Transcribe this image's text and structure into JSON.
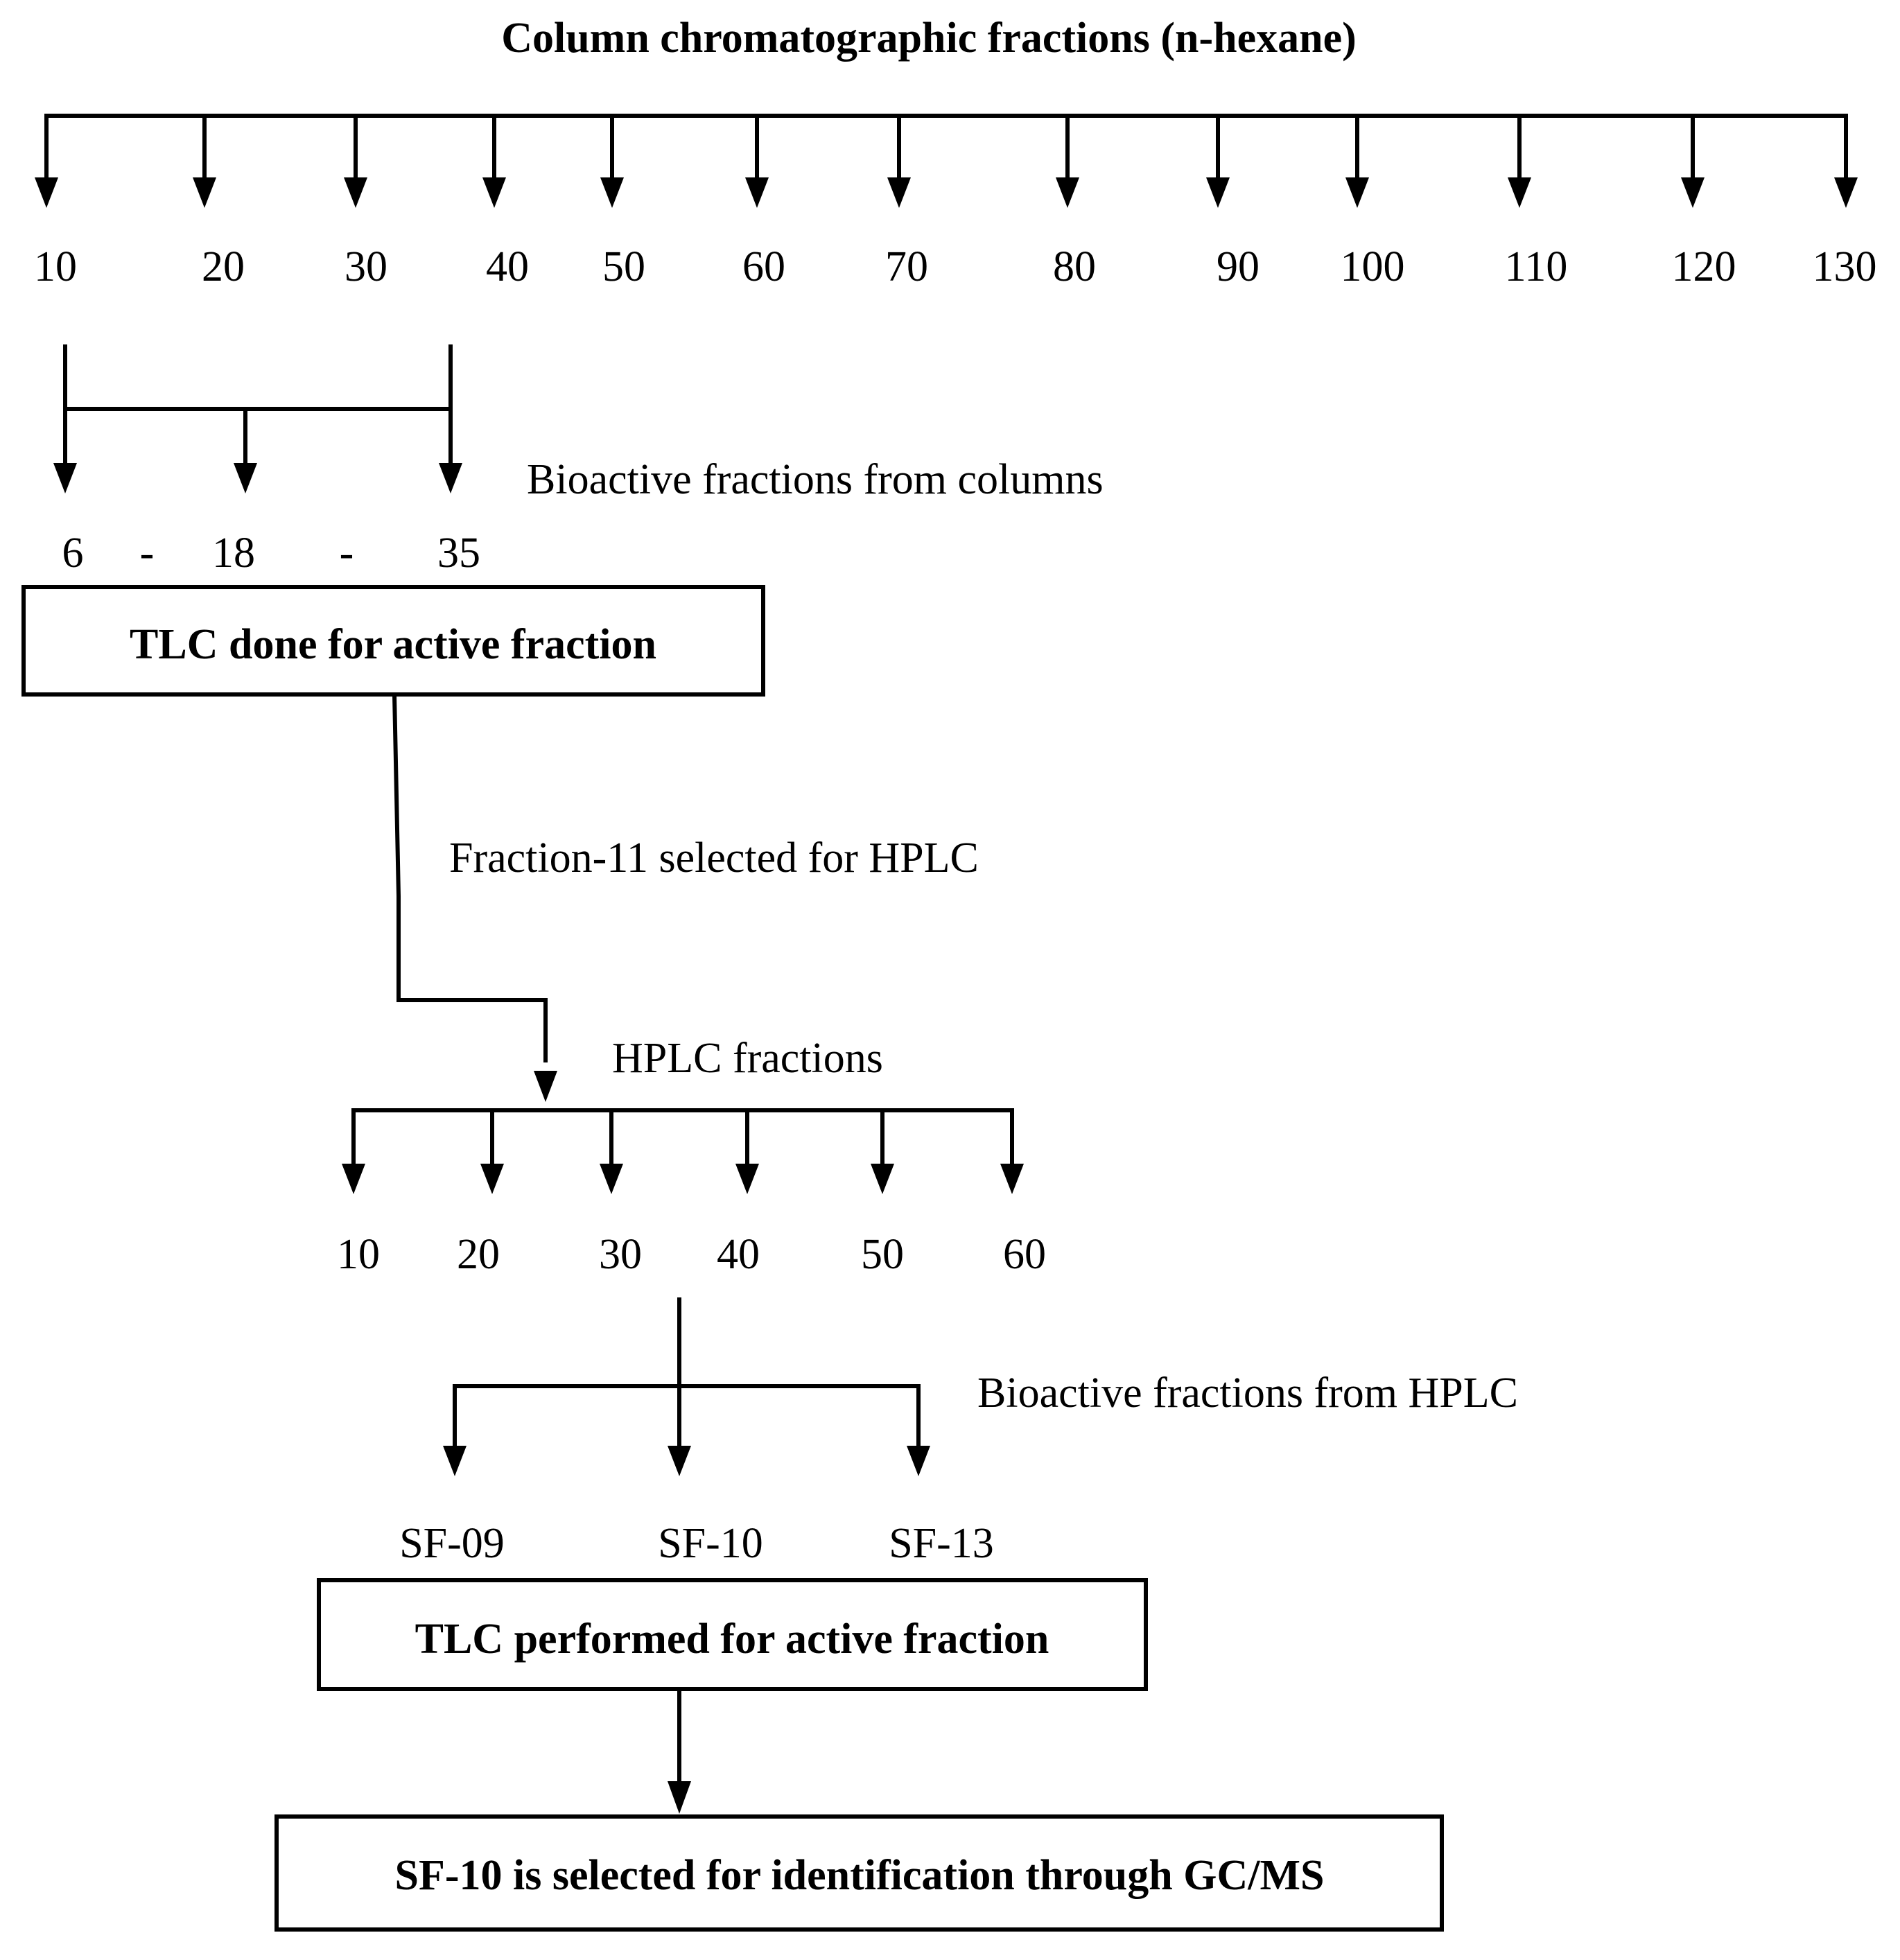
{
  "title": "Column chromatographic fractions (n-hexane)",
  "column_fractions": [
    "10",
    "20",
    "30",
    "40",
    "50",
    "60",
    "70",
    "80",
    "90",
    "100",
    "110",
    "120",
    "130"
  ],
  "bioactive_column": {
    "label": "Bioactive fractions from columns",
    "values": [
      "6",
      "18",
      "35"
    ],
    "separator": "-"
  },
  "box1": "TLC done for active fraction",
  "selection_label": "Fraction-11 selected for HPLC",
  "hplc": {
    "label": "HPLC fractions",
    "fractions": [
      "10",
      "20",
      "30",
      "40",
      "50",
      "60"
    ]
  },
  "bioactive_hplc": {
    "label": "Bioactive fractions from HPLC",
    "values": [
      "SF-09",
      "SF-10",
      "SF-13"
    ]
  },
  "box2": "TLC performed for active fraction",
  "box3": "SF-10 is selected for identification through GC/MS",
  "colors": {
    "stroke": "#000000",
    "background": "#ffffff"
  }
}
